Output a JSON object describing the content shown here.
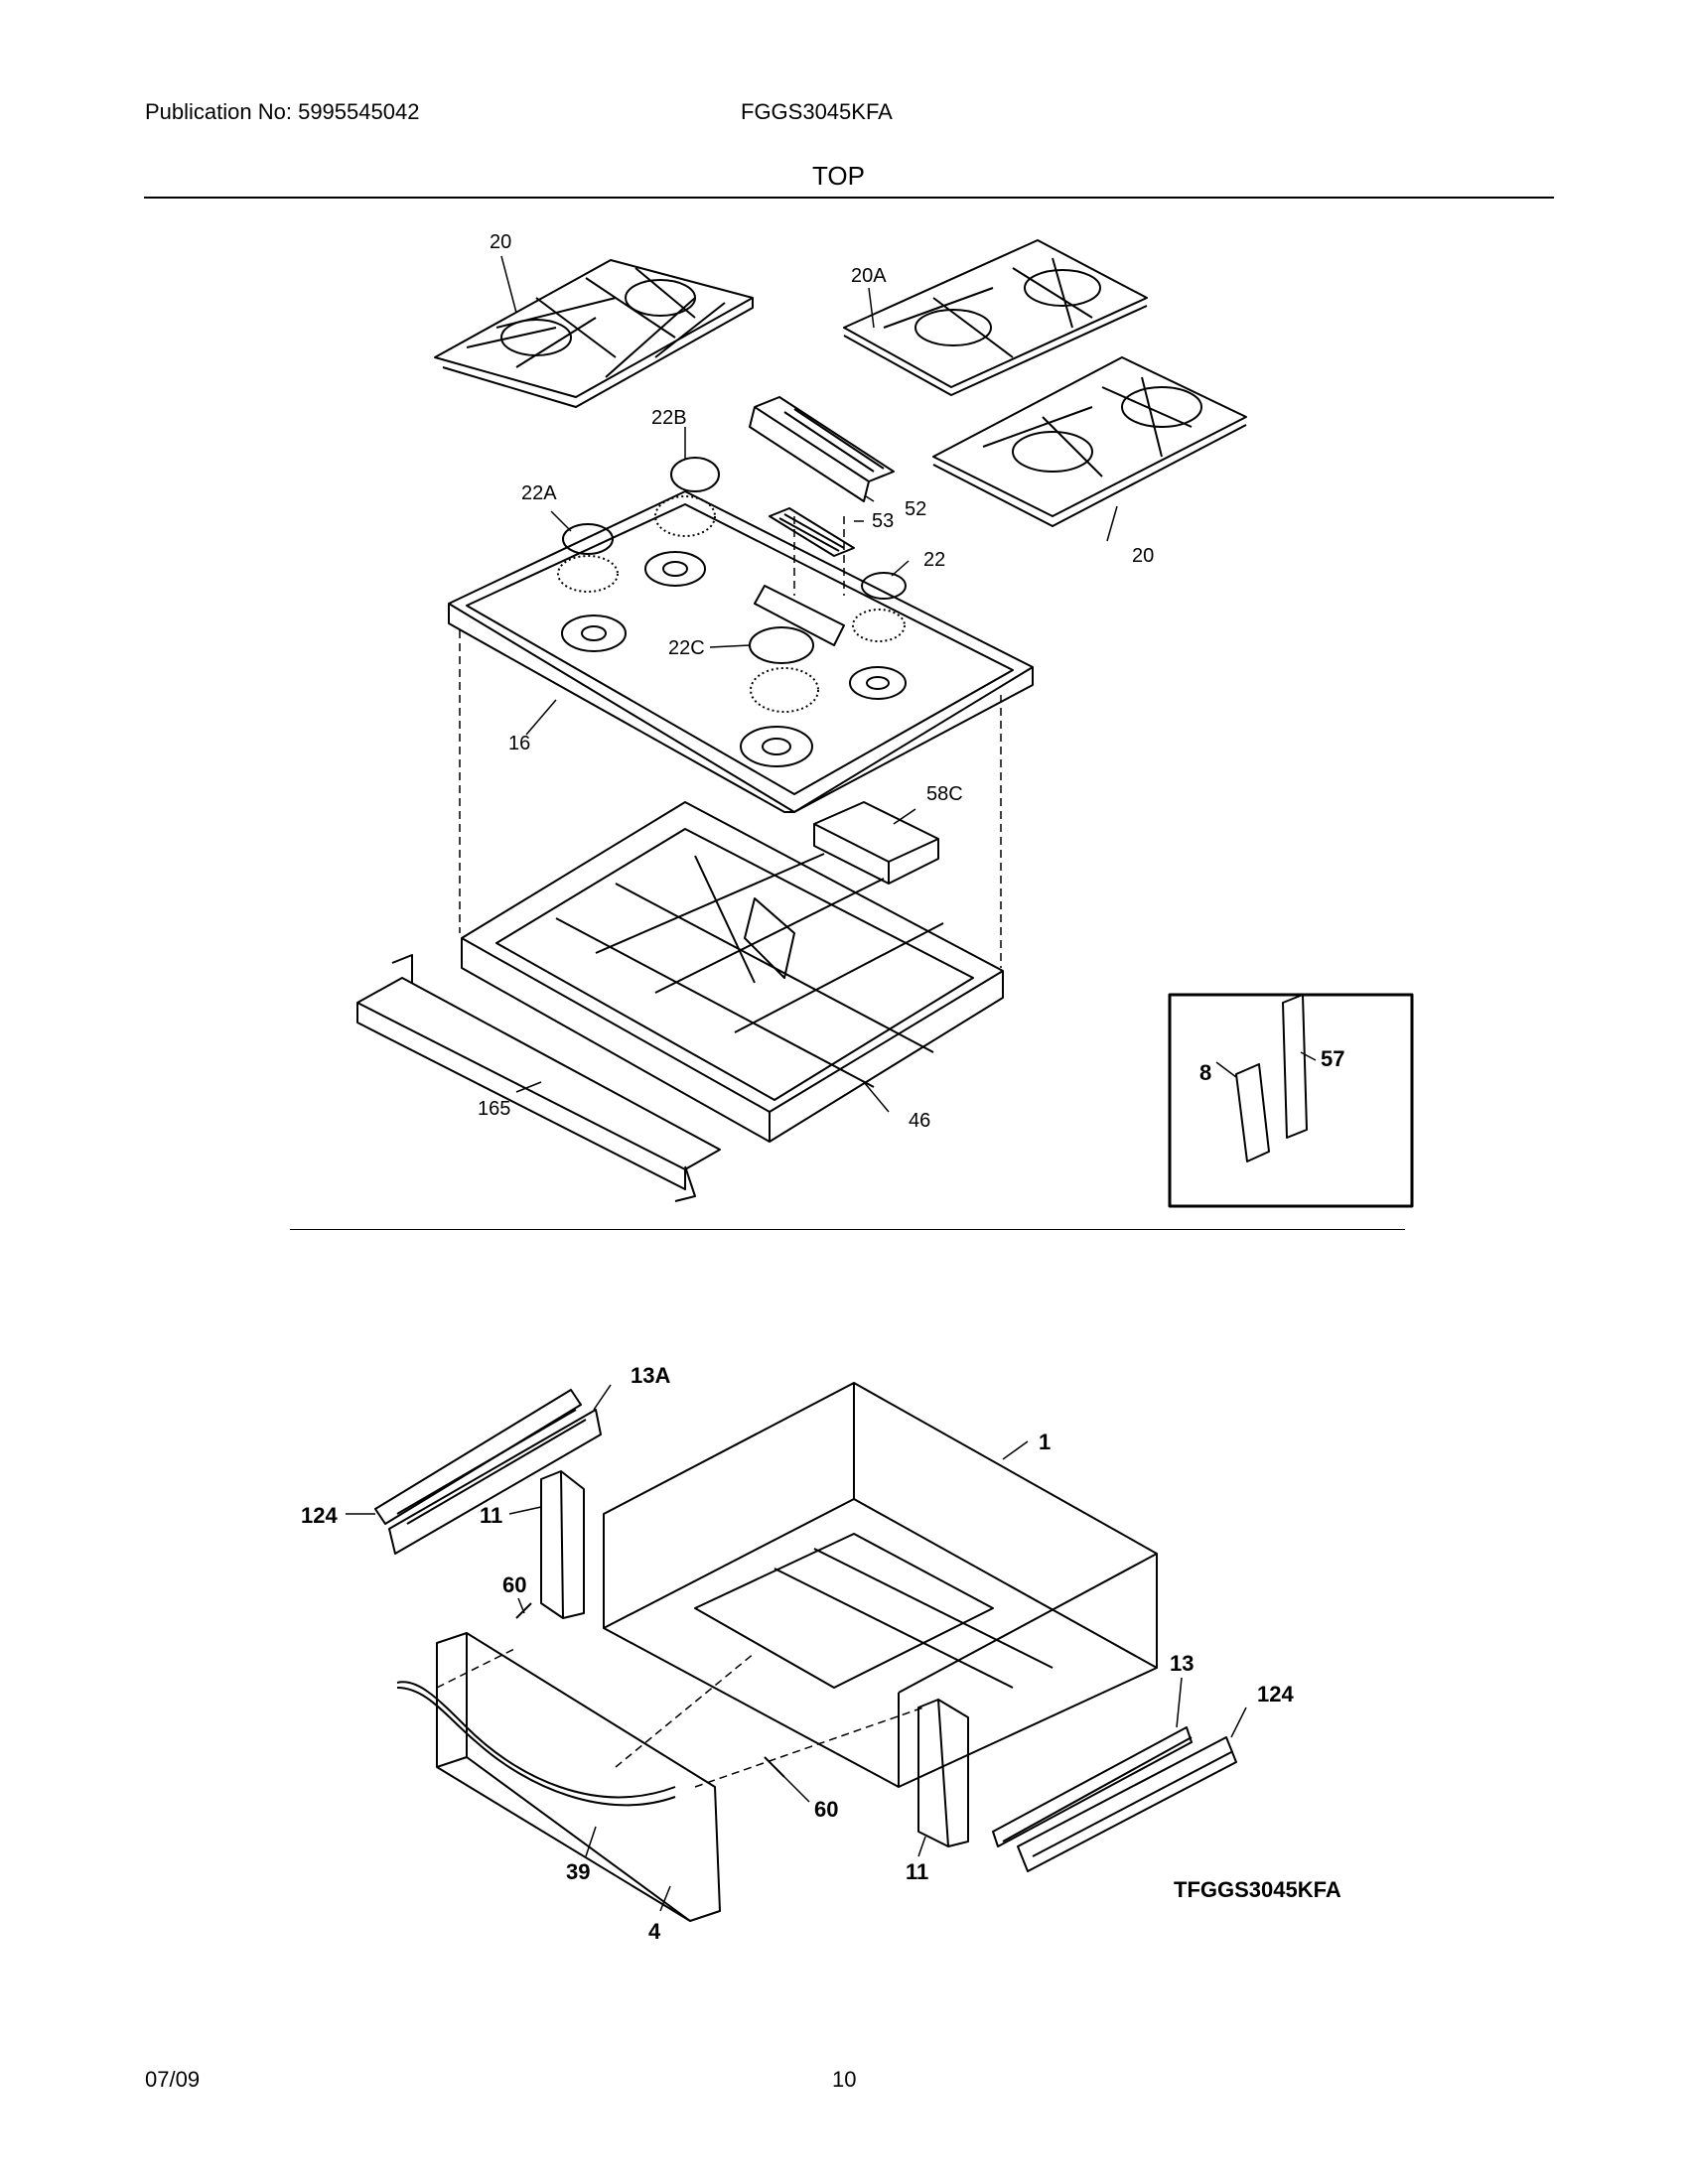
{
  "header": {
    "publication": "Publication No: 5995545042",
    "model": "FGGS3045KFA",
    "section_title": "TOP"
  },
  "footer": {
    "date": "07/09",
    "page_number": "10"
  },
  "top_diagram": {
    "labels": {
      "grate_left": "20",
      "grate_right_top": "20A",
      "grate_right_bottom": "20",
      "cap_22b": "22B",
      "cap_22a": "22A",
      "cap_22": "22",
      "cap_22c": "22C",
      "vent_52": "52",
      "vent_53": "53",
      "cooktop_16": "16",
      "insulation_58c": "58C",
      "burner_box_46": "46",
      "bracket_165": "165",
      "inset_8": "8",
      "inset_57": "57"
    }
  },
  "drawer_diagram": {
    "labels": {
      "slide_13a": "13A",
      "rail_124_left": "124",
      "bracket_11_left": "11",
      "screw_60_left": "60",
      "drawer_1": "1",
      "slide_13": "13",
      "rail_124_right": "124",
      "screw_60_right": "60",
      "handle_39": "39",
      "panel_4": "4",
      "bracket_11_right": "11"
    },
    "diagram_code": "TFGGS3045KFA"
  }
}
